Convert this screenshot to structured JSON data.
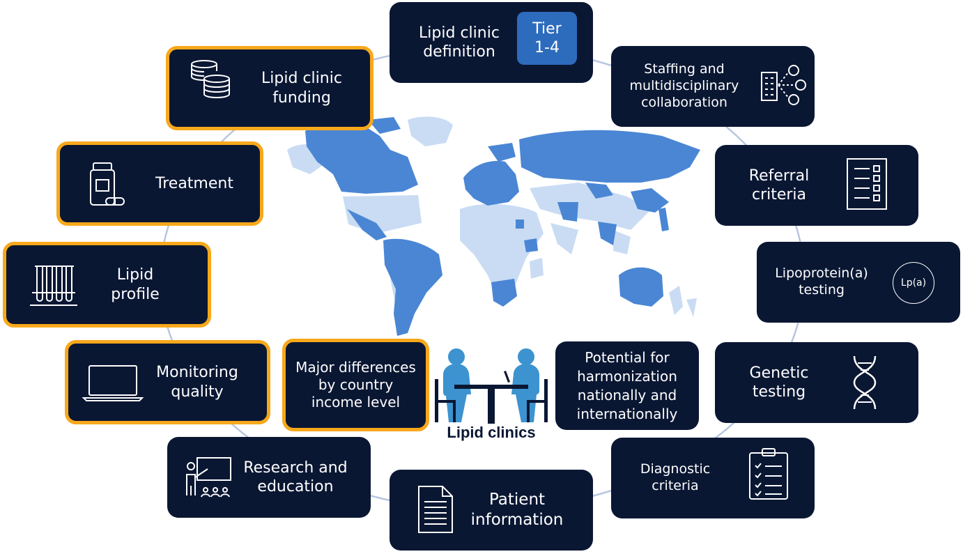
{
  "title": "Lipid clinics",
  "colors": {
    "node_background": "#0a1733",
    "highlight_border": "#f7a81b",
    "tier_badge": "#2d6bbd",
    "map_dark": "#4a86d4",
    "map_light": "#c9dcf3",
    "ring": "#b8c6e0",
    "people": "#3c93cf"
  },
  "nodes": {
    "definition": {
      "label": "Lipid clinic\ndefinition",
      "badge": "Tier\n1-4"
    },
    "staffing": {
      "label": "Staffing and\nmultidisciplinary\ncollaboration",
      "icon": "building-network-icon"
    },
    "referral": {
      "label": "Referral\ncriteria",
      "icon": "checklist-icon"
    },
    "lpa": {
      "label": "Lipoprotein(a)\ntesting",
      "icon_text": "Lp(a)"
    },
    "genetic": {
      "label": "Genetic\ntesting",
      "icon": "dna-icon"
    },
    "diagnostic": {
      "label": "Diagnostic\ncriteria",
      "icon": "clipboard-icon"
    },
    "patient": {
      "label": "Patient\ninformation",
      "icon": "document-icon"
    },
    "research": {
      "label": "Research and\neducation",
      "icon": "teacher-icon"
    },
    "monitoring": {
      "label": "Monitoring\nquality",
      "icon": "laptop-icon"
    },
    "profile": {
      "label": "Lipid\nprofile",
      "icon": "test-tubes-icon"
    },
    "treatment": {
      "label": "Treatment",
      "icon": "pill-bottle-icon"
    },
    "funding": {
      "label": "Lipid clinic\nfunding",
      "icon": "coins-icon"
    },
    "differences": {
      "label": "Major differences\nby country\nincome level"
    },
    "harmonization": {
      "label": "Potential for\nharmonization\nnationally and\ninternationally"
    }
  }
}
